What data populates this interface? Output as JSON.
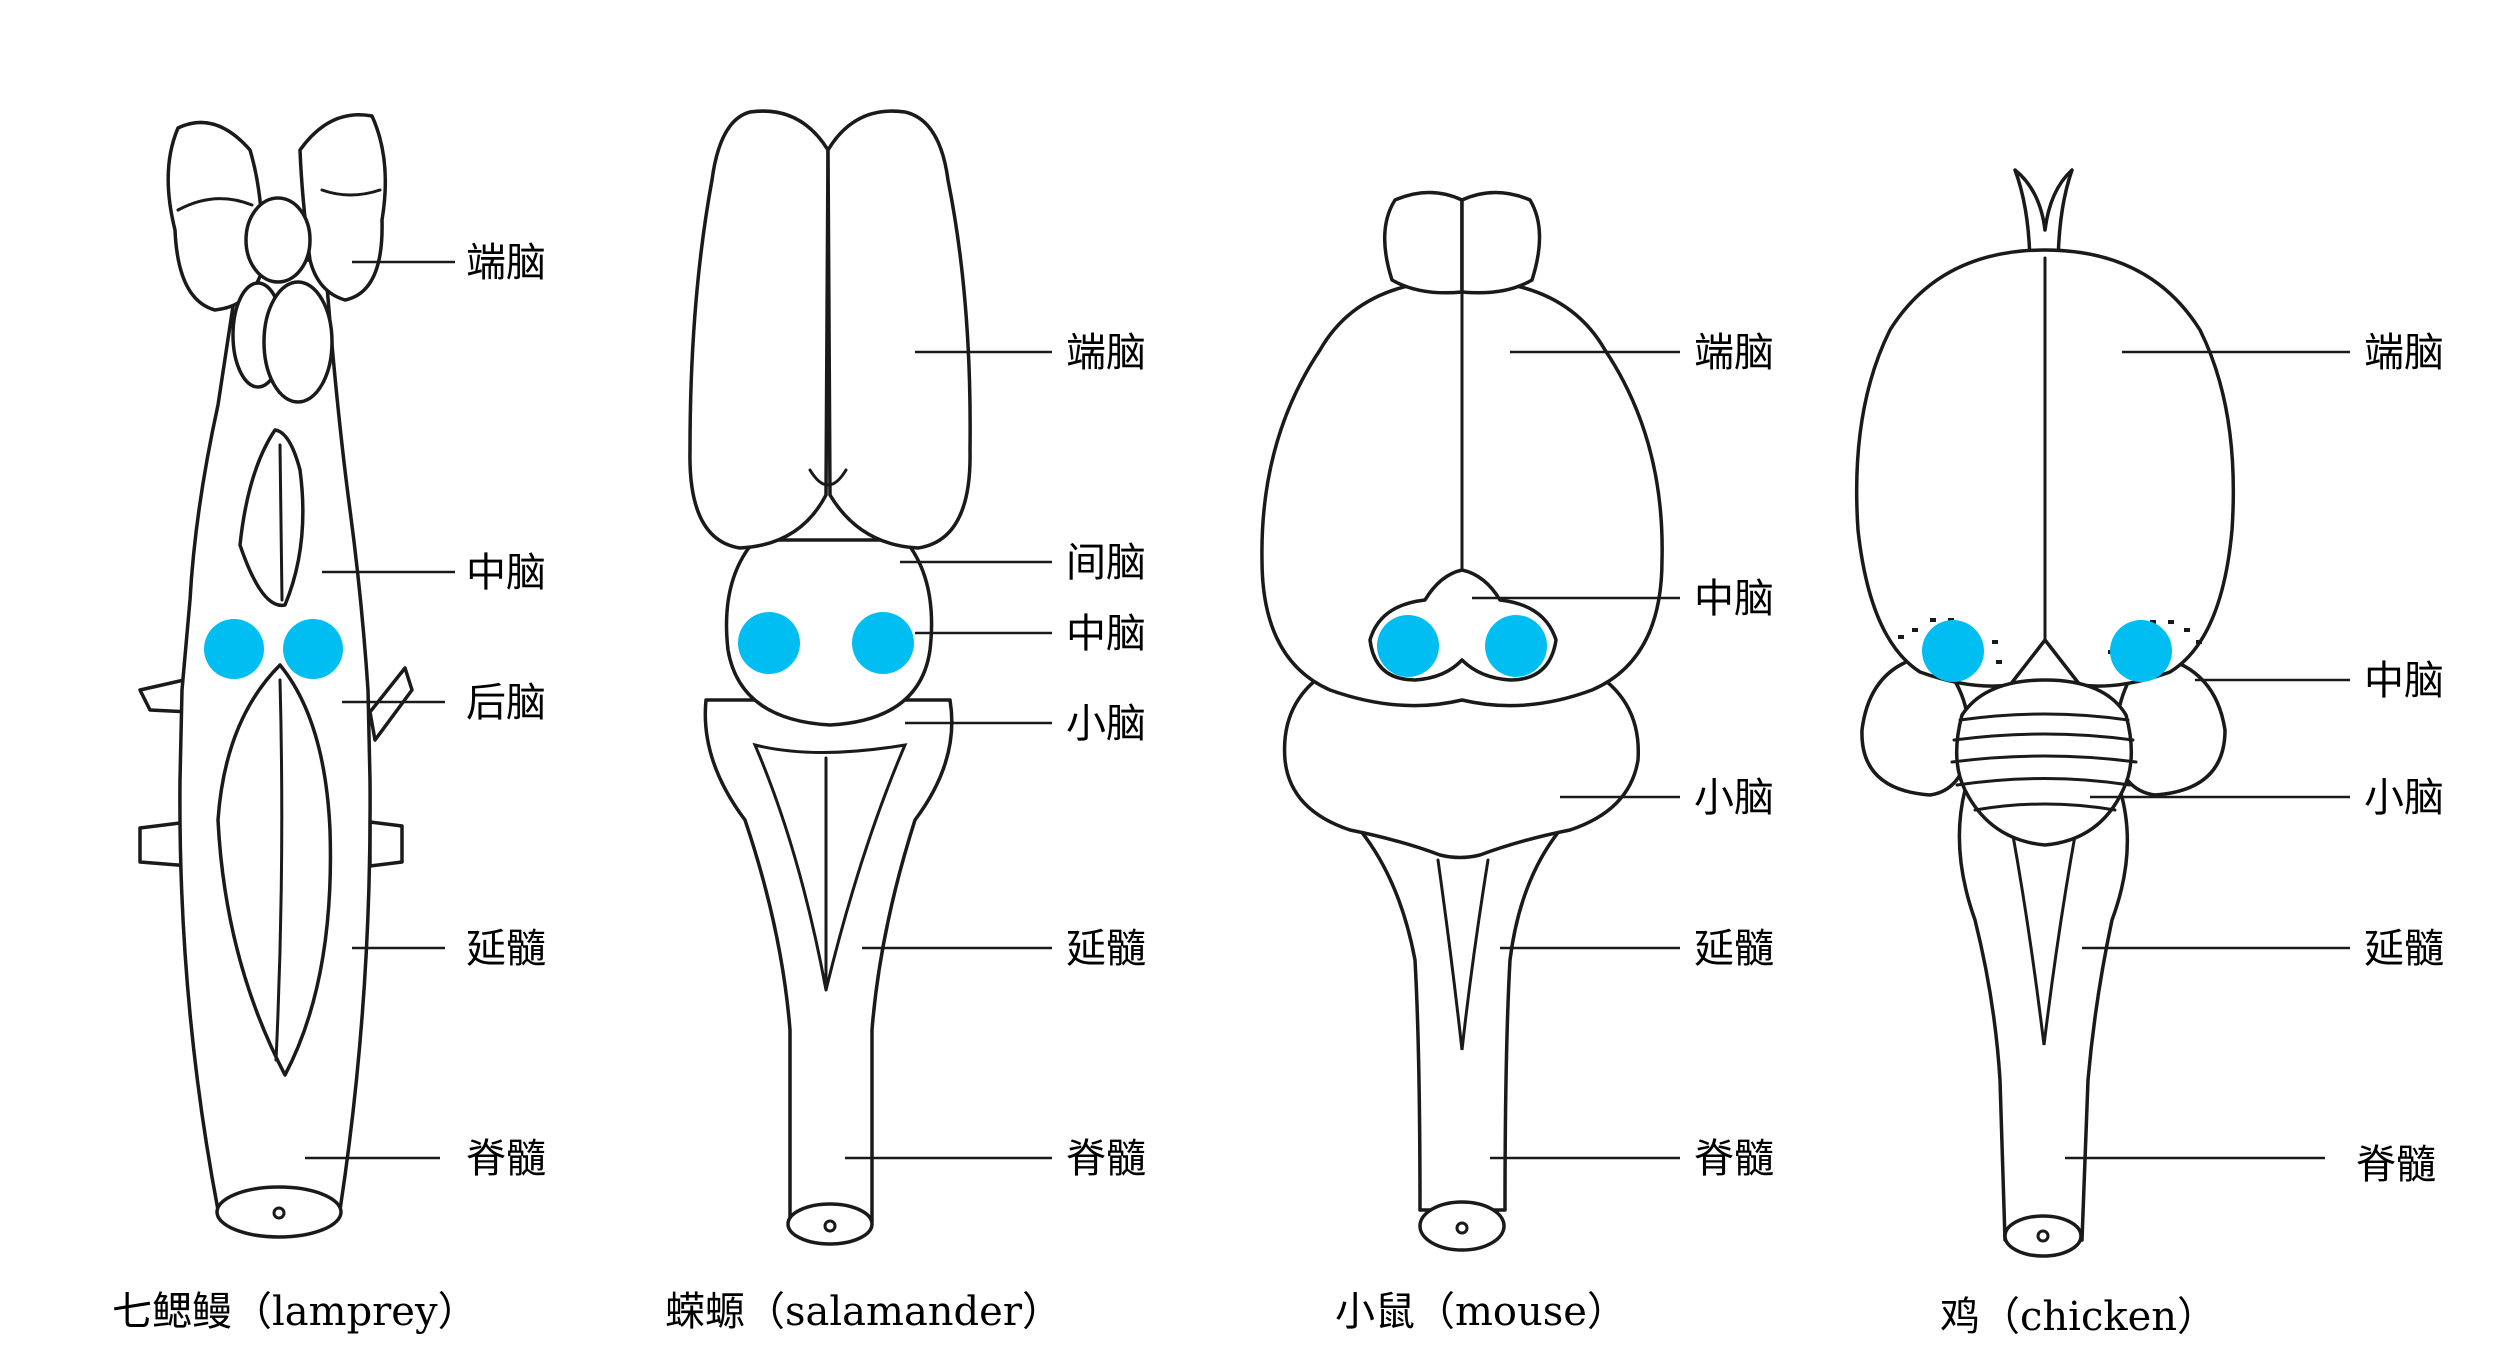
{
  "marker_color": "#00bdf2",
  "panels": [
    {
      "caption": "七鳃鳗（lamprey）",
      "labels": {
        "telencephalon": "端脑",
        "midbrain": "中脑",
        "hindbrain": "后脑",
        "medulla": "延髓",
        "spinal_cord": "脊髓"
      }
    },
    {
      "caption": "蝾螈（salamander）",
      "labels": {
        "telencephalon": "端脑",
        "diencephalon": "间脑",
        "midbrain": "中脑",
        "cerebellum": "小脑",
        "medulla": "延髓",
        "spinal_cord": "脊髓"
      }
    },
    {
      "caption": "小鼠（mouse）",
      "labels": {
        "telencephalon": "端脑",
        "midbrain": "中脑",
        "cerebellum": "小脑",
        "medulla": "延髓",
        "spinal_cord": "脊髓"
      }
    },
    {
      "caption": "鸡（chicken）",
      "labels": {
        "telencephalon": "端脑",
        "midbrain": "中脑",
        "cerebellum": "小脑",
        "medulla": "延髓",
        "spinal_cord": "脊髓"
      }
    }
  ]
}
